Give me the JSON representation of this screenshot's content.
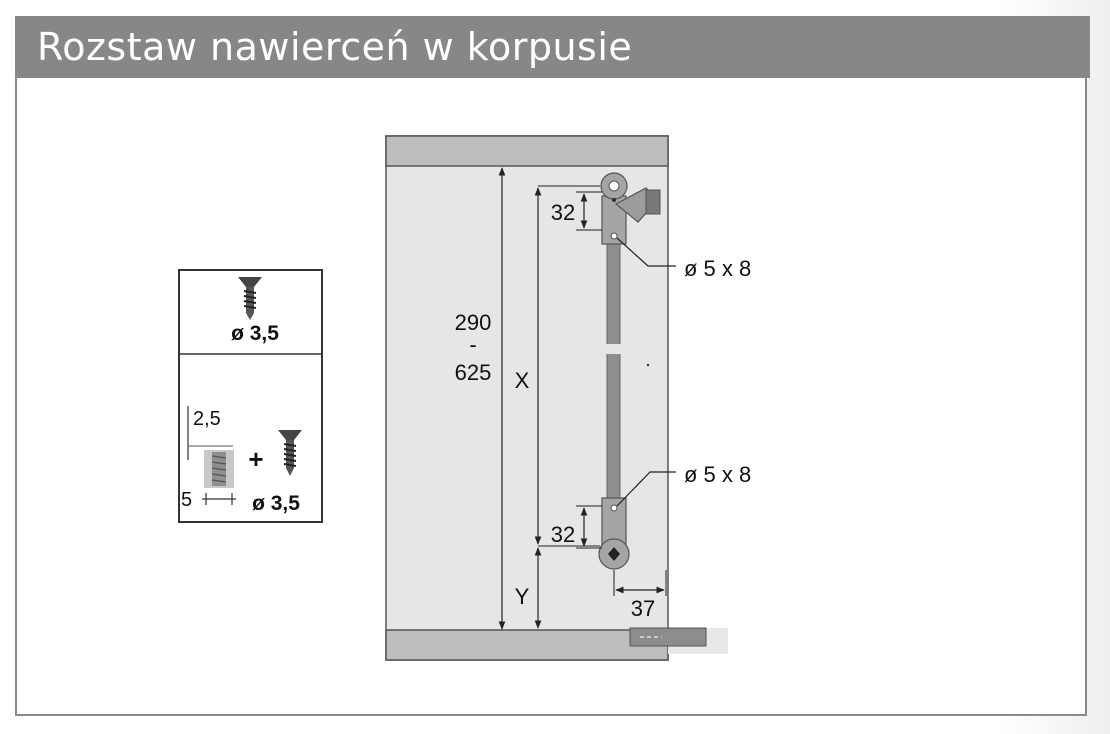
{
  "title": "Rozstaw nawierceń w korpusie",
  "screw_box": {
    "top_screw_label": "ø 3,5",
    "dowel_depth": "2,5",
    "dowel_width": "5",
    "plus_sign": "+",
    "bottom_screw_label": "ø 3,5"
  },
  "drawing": {
    "range_top": "290",
    "range_dash": "-",
    "range_bottom": "625",
    "x_label": "X",
    "y_label": "Y",
    "spacing_top": "32",
    "spacing_bottom": "32",
    "hole_top": "ø 5 x 8",
    "hole_bottom": "ø 5 x 8",
    "offset": "37"
  },
  "colors": {
    "header": "#878787",
    "panel": "#e6e6e6",
    "board": "#bdbdbd",
    "bracket": "#9c9c9c"
  }
}
